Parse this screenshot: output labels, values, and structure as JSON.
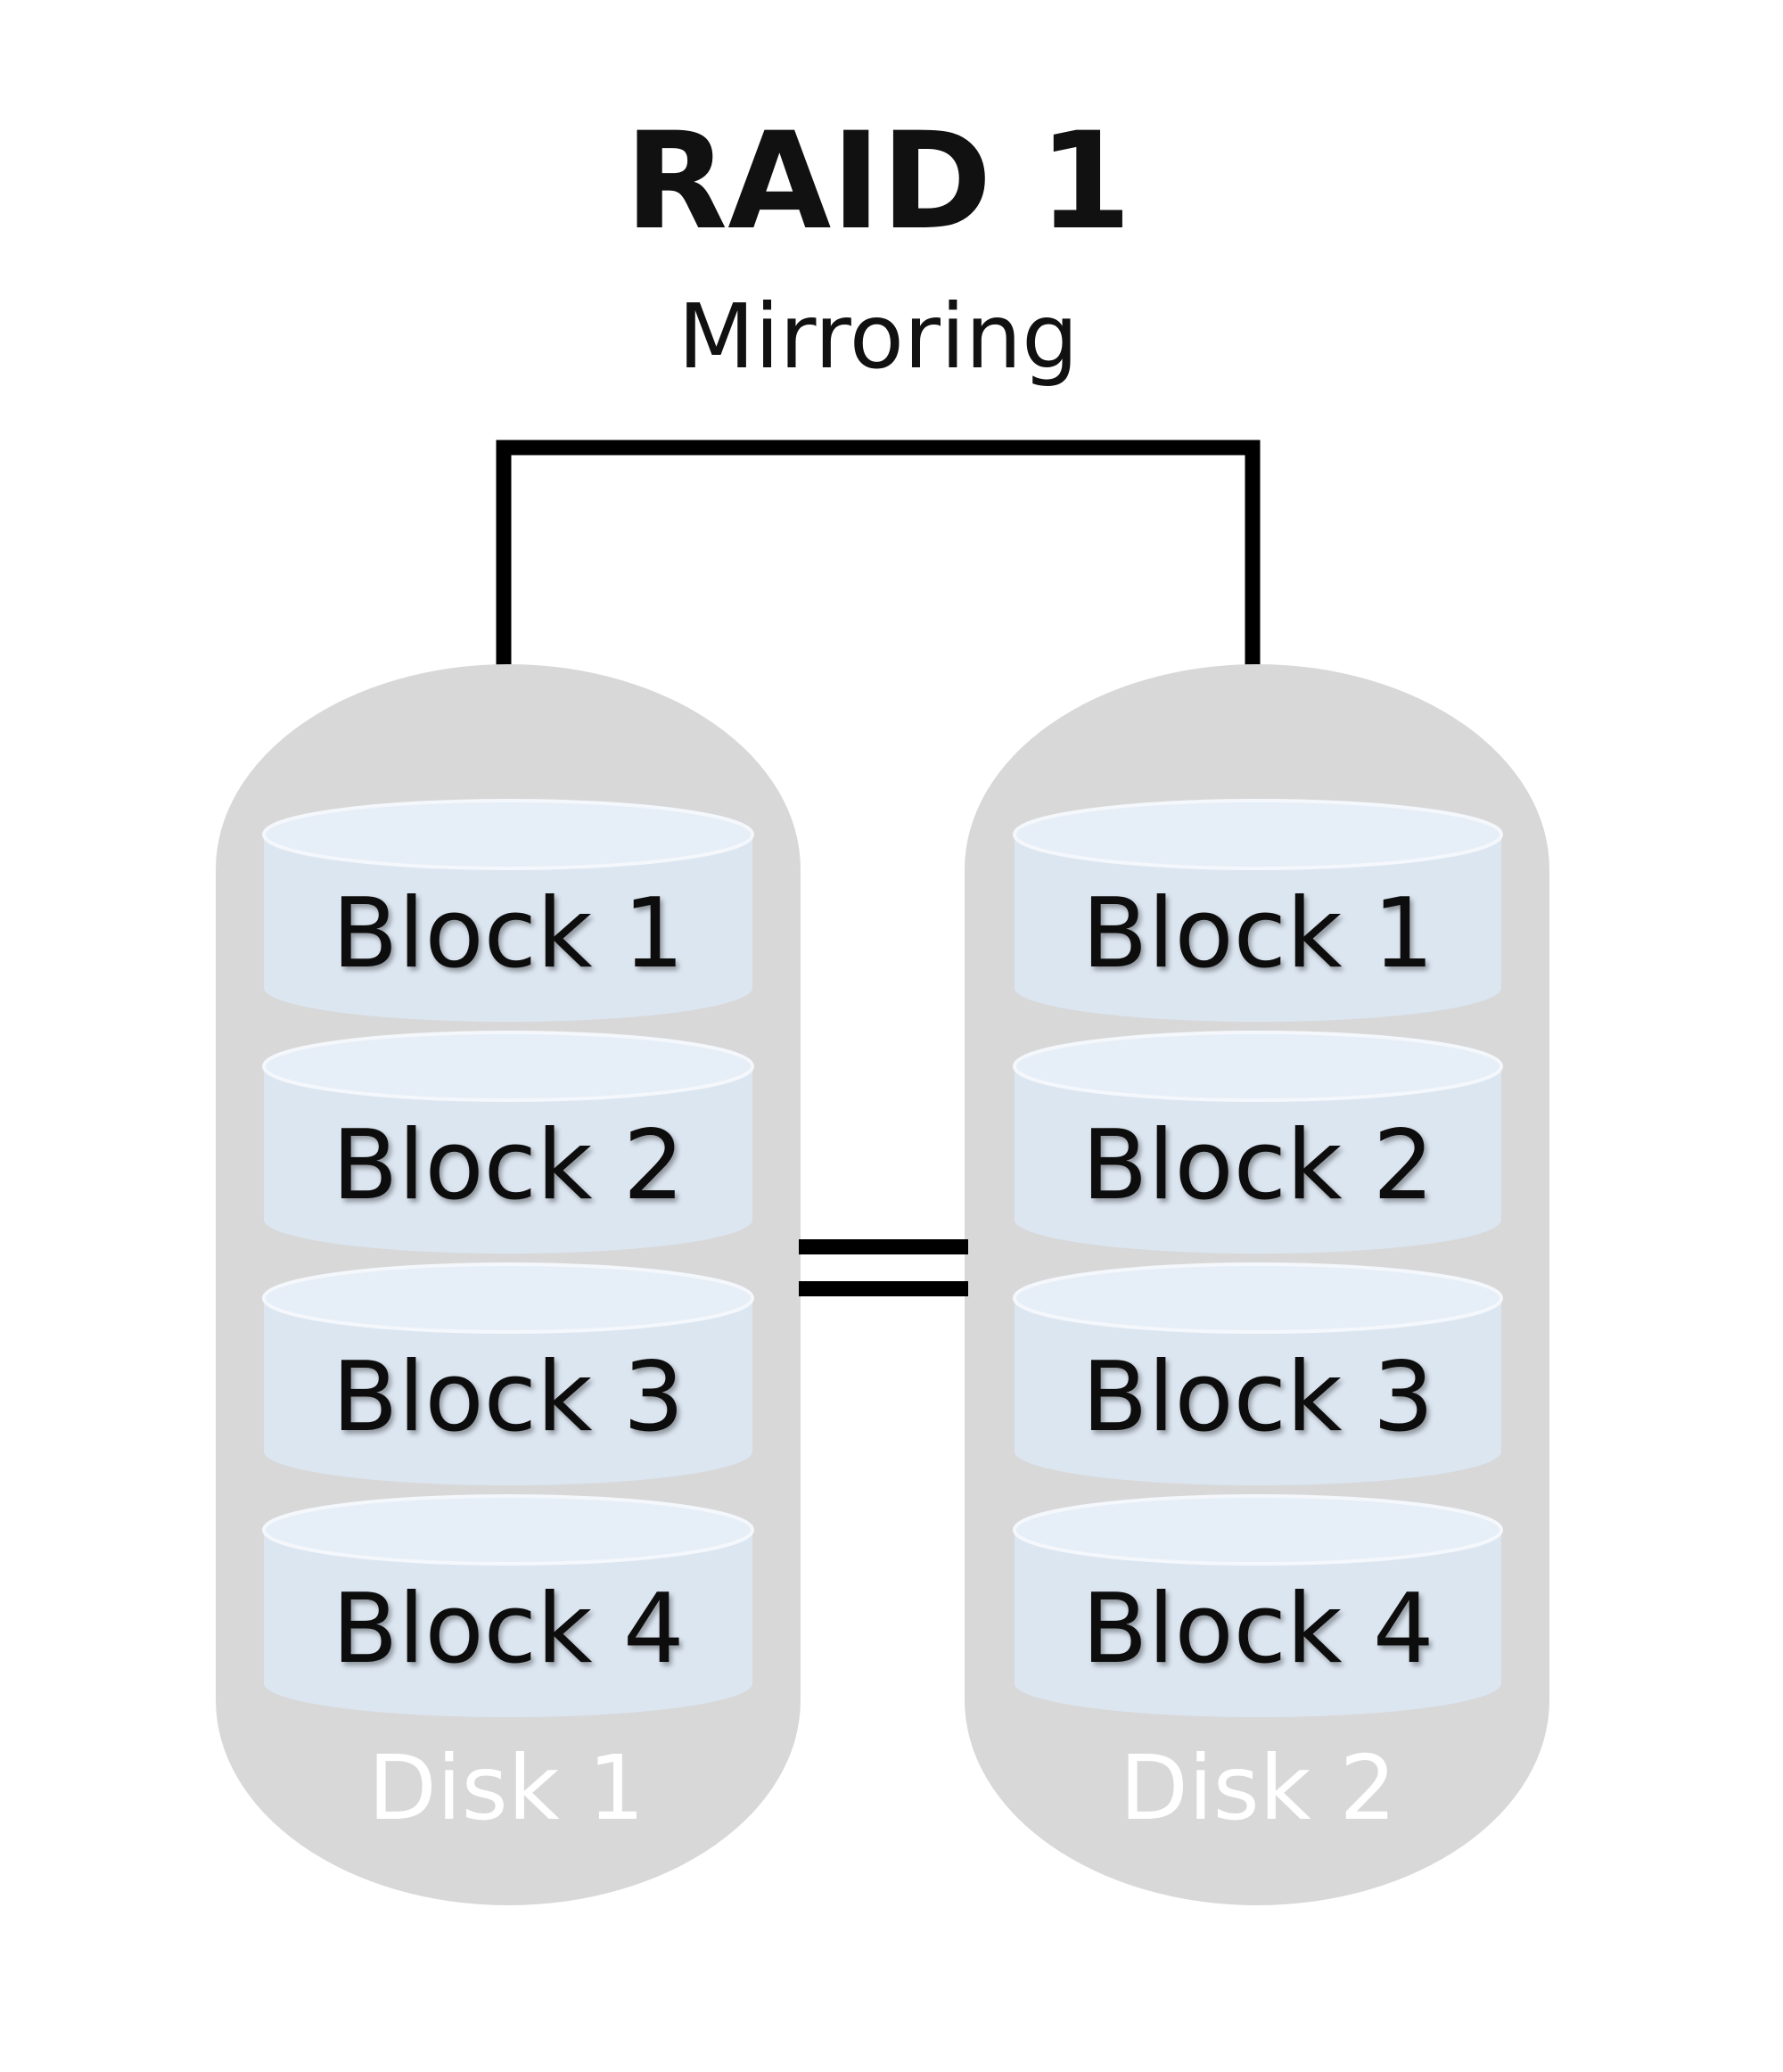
{
  "title": "RAID 1",
  "subtitle": "Mirroring",
  "colors": {
    "disk_fill": "#d8d8d8",
    "block_fill": "#dce6f1",
    "block_top": "#e6eef7",
    "line": "#000000",
    "disk_label": "#ffffff"
  },
  "disks": [
    {
      "label": "Disk 1",
      "blocks": [
        "Block 1",
        "Block 2",
        "Block 3",
        "Block 4"
      ]
    },
    {
      "label": "Disk 2",
      "blocks": [
        "Block 1",
        "Block 2",
        "Block 3",
        "Block 4"
      ]
    }
  ],
  "mirror_relation_icon": "equals-icon"
}
